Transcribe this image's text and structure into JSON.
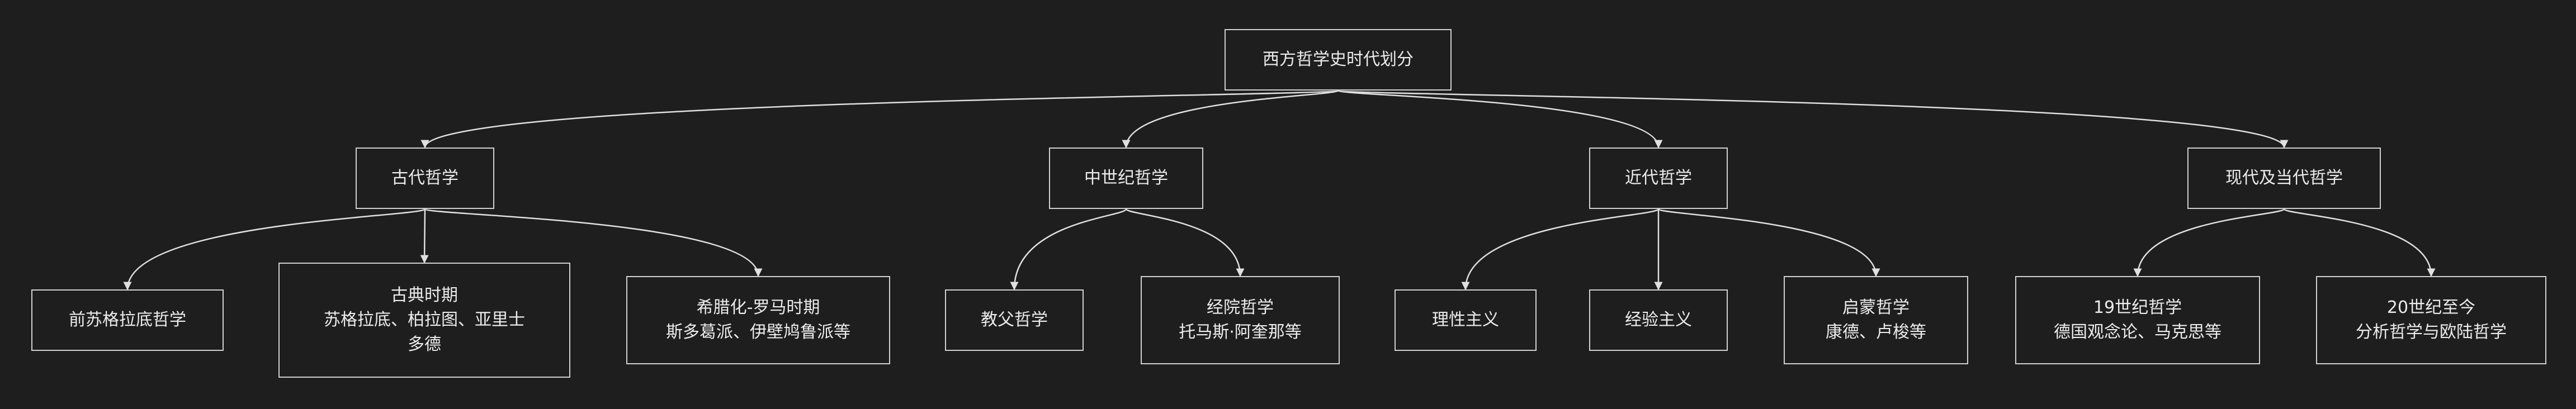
{
  "diagram": {
    "root": {
      "id": "root",
      "lines": [
        "西方哲学史时代划分"
      ]
    },
    "branches": [
      {
        "id": "ancient",
        "lines": [
          "古代哲学"
        ],
        "children": [
          {
            "id": "presocratic",
            "lines": [
              "前苏格拉底哲学"
            ]
          },
          {
            "id": "classical",
            "lines": [
              "古典时期",
              "苏格拉底、柏拉图、亚里士",
              "多德"
            ]
          },
          {
            "id": "hellenistic",
            "lines": [
              "希腊化-罗马时期",
              "斯多葛派、伊壁鸠鲁派等"
            ]
          }
        ]
      },
      {
        "id": "medieval",
        "lines": [
          "中世纪哲学"
        ],
        "children": [
          {
            "id": "patristic",
            "lines": [
              "教父哲学"
            ]
          },
          {
            "id": "scholastic",
            "lines": [
              "经院哲学",
              "托马斯·阿奎那等"
            ]
          }
        ]
      },
      {
        "id": "modern",
        "lines": [
          "近代哲学"
        ],
        "children": [
          {
            "id": "rationalism",
            "lines": [
              "理性主义"
            ]
          },
          {
            "id": "empiricism",
            "lines": [
              "经验主义"
            ]
          },
          {
            "id": "enlightenment",
            "lines": [
              "启蒙哲学",
              "康德、卢梭等"
            ]
          }
        ]
      },
      {
        "id": "contemporary",
        "lines": [
          "现代及当代哲学"
        ],
        "children": [
          {
            "id": "c19",
            "lines": [
              "19世纪哲学",
              "德国观念论、马克思等"
            ]
          },
          {
            "id": "c20",
            "lines": [
              "20世纪至今",
              "分析哲学与欧陆哲学"
            ]
          }
        ]
      }
    ]
  }
}
